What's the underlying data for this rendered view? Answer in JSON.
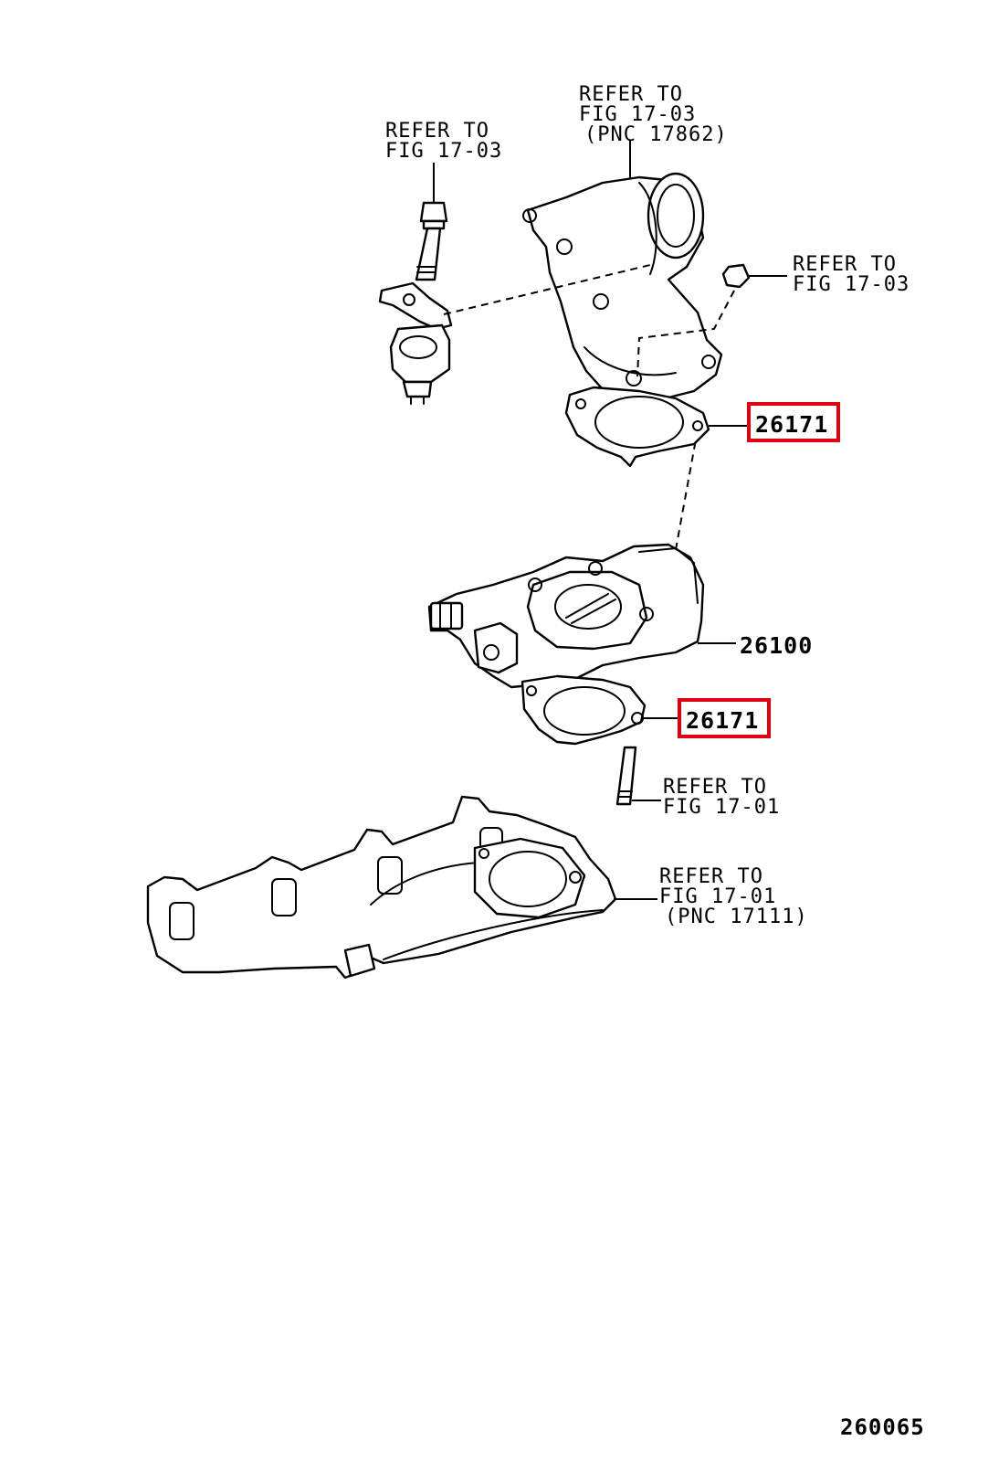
{
  "callouts": {
    "ref_top_left": [
      "REFER TO",
      "FIG 17-03"
    ],
    "ref_top_center": [
      "REFER TO",
      "FIG 17-03",
      "(PNC 17862)"
    ],
    "ref_right_nut": [
      "REFER TO",
      "FIG 17-03"
    ],
    "ref_stud": [
      "REFER TO",
      "FIG 17-01"
    ],
    "ref_manifold": [
      "REFER TO",
      "FIG 17-01",
      "(PNC 17111)"
    ]
  },
  "parts": {
    "gasket_upper": "26171",
    "throttle_body": "26100",
    "gasket_lower": "26171"
  },
  "figure_number": "260065",
  "highlight_color": "#e0000f"
}
